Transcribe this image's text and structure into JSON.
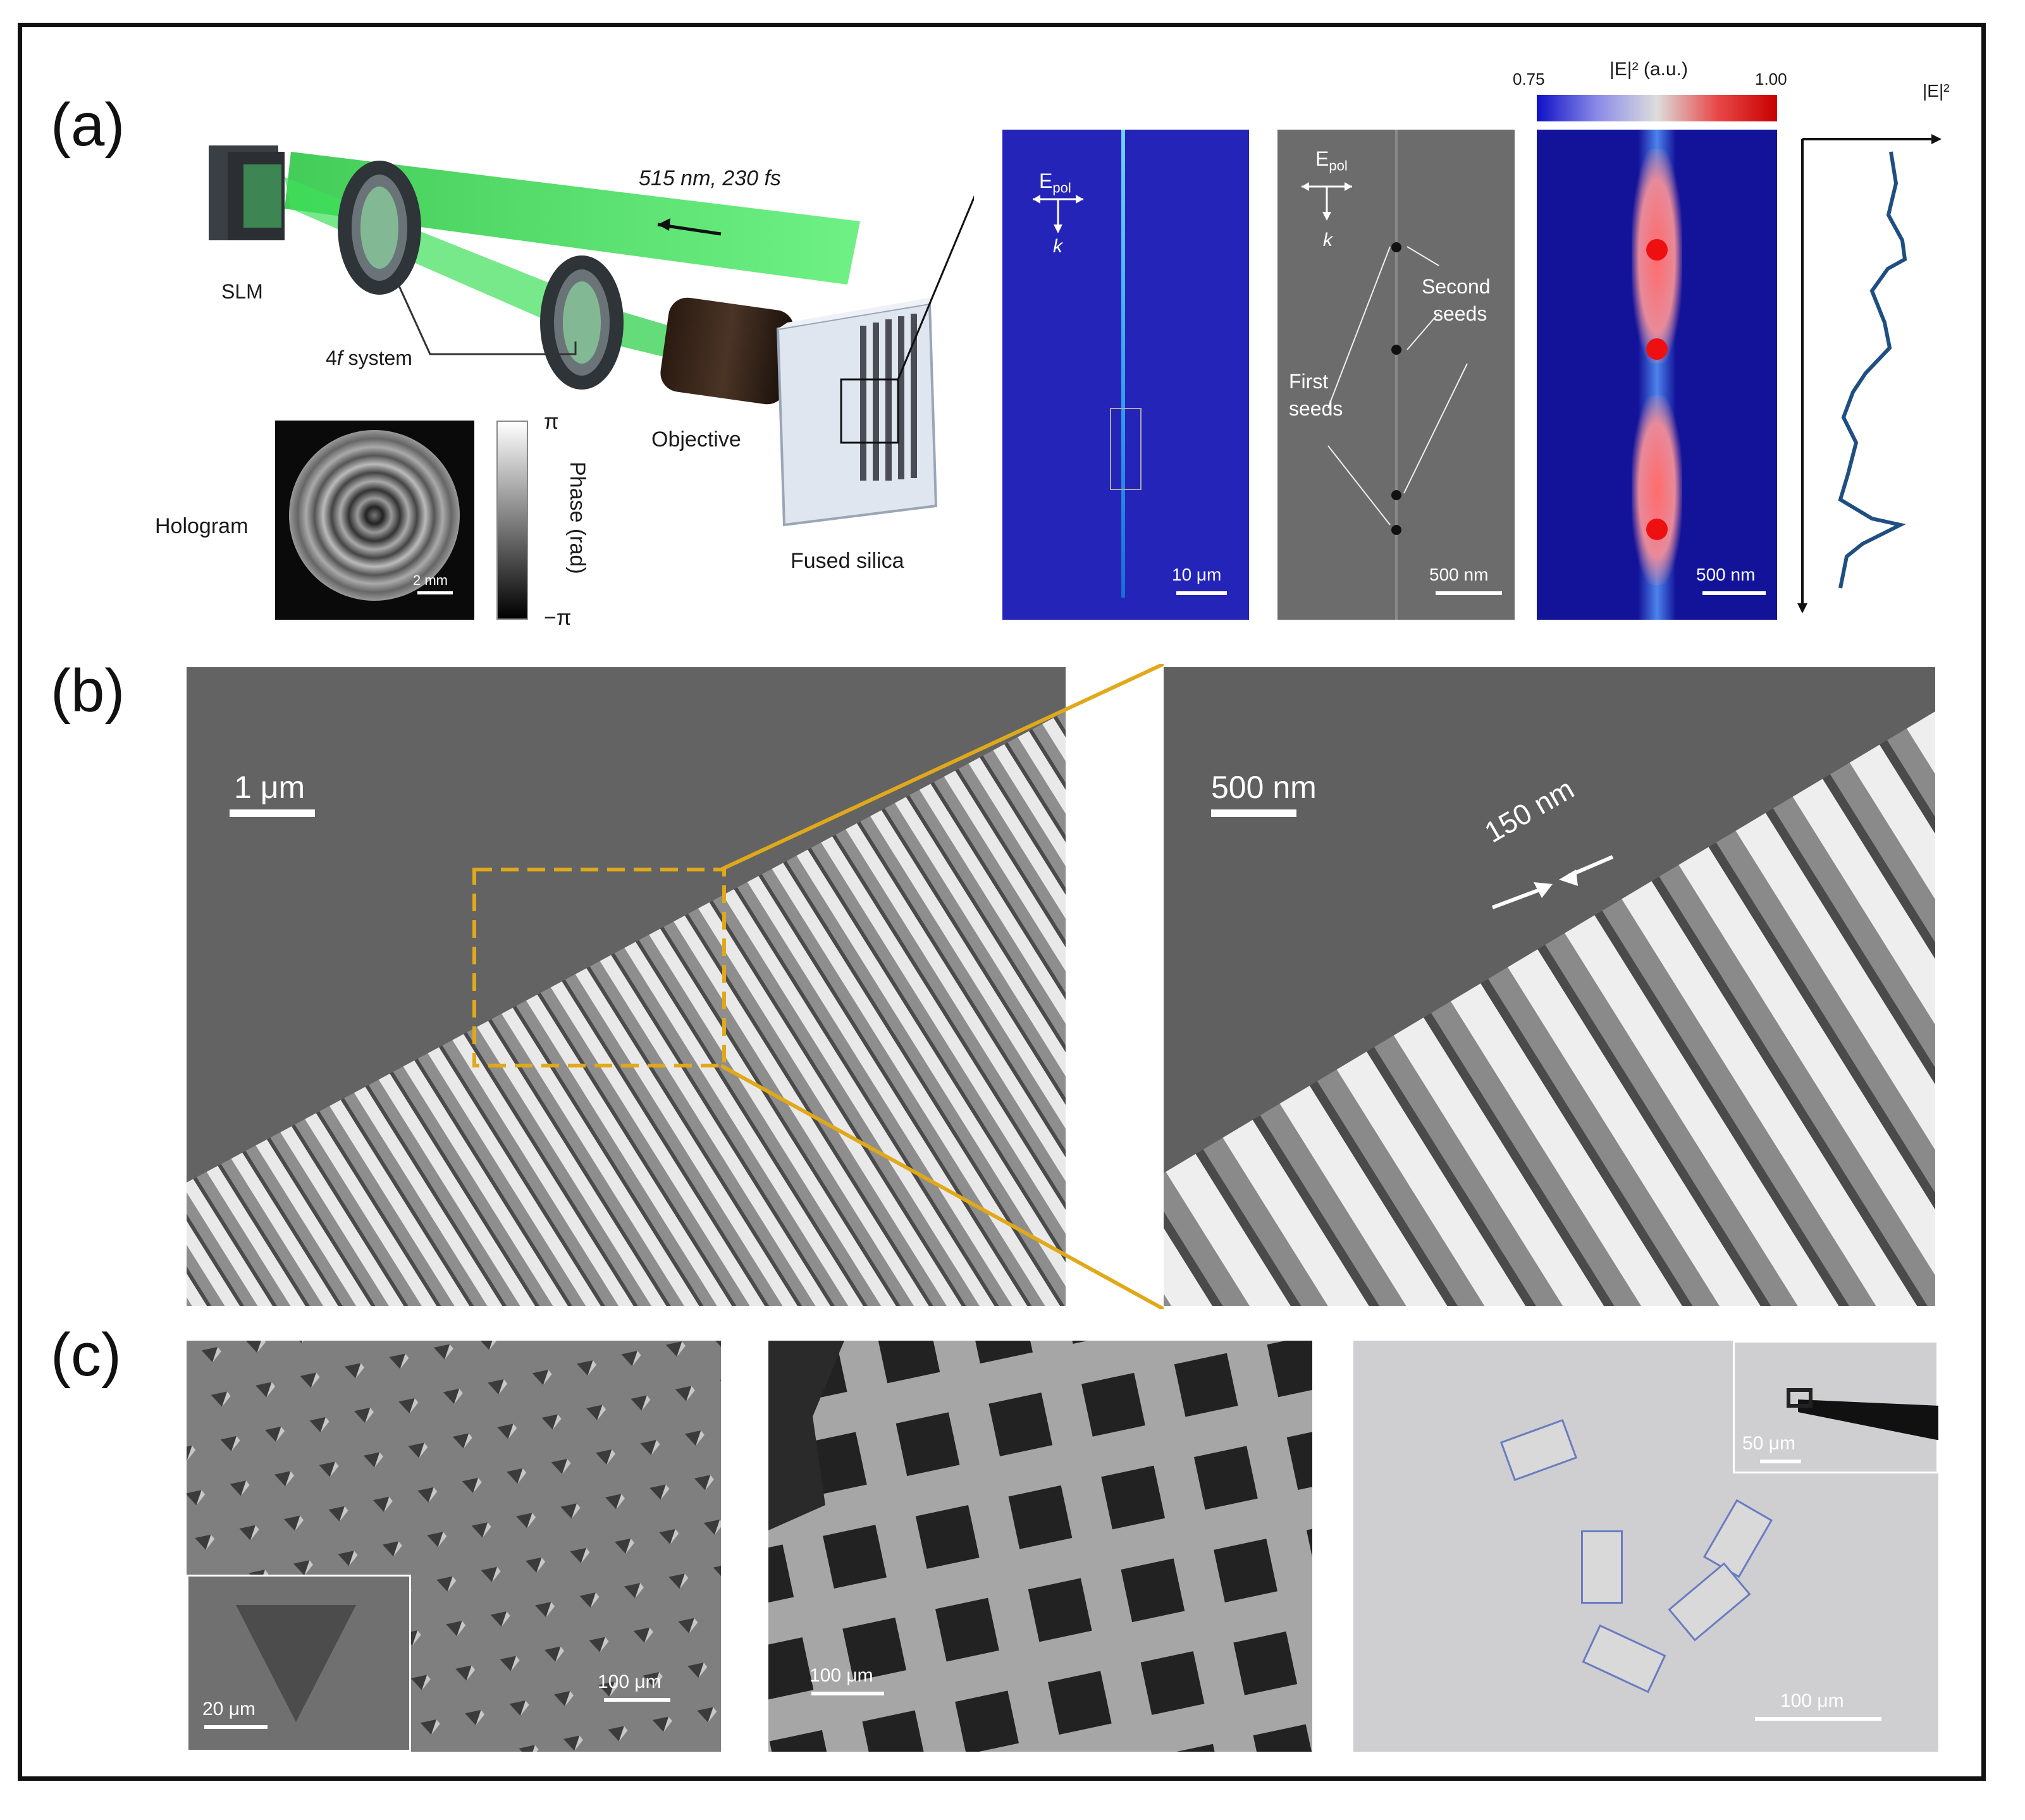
{
  "panels": {
    "a": {
      "label": "(a)",
      "setup": {
        "laser": "515 nm, 230 fs",
        "slm": "SLM",
        "system_prefix": "4",
        "system_italic": "f",
        "system_suffix": " system",
        "objective": "Objective",
        "substrate": "Fused silica",
        "hologram": "Hologram",
        "hologram_scale": "2 mm",
        "phase_label": "Phase (rad)",
        "phase_max": "π",
        "phase_min": "−π"
      },
      "sim_blue": {
        "epol": "E",
        "epol_sub": "pol",
        "k": "k",
        "scale": "10 μm"
      },
      "sem_seeds": {
        "epol": "E",
        "epol_sub": "pol",
        "k": "k",
        "second": "Second",
        "second2": "seeds",
        "first": "First",
        "first2": "seeds",
        "scale": "500 nm"
      },
      "field_map": {
        "colorbar_min": "0.75",
        "colorbar_max": "1.00",
        "colorbar_label": "|E|² (a.u.)",
        "scale": "500 nm"
      },
      "profile": {
        "axis_label": "|E|²"
      }
    },
    "b": {
      "label": "(b)",
      "left_scale": "1 μm",
      "right_scale": "500 nm",
      "period": "150 nm"
    },
    "c": {
      "label": "(c)",
      "pyramids": {
        "scale": "100 μm",
        "inset_scale": "20 μm"
      },
      "squares": {
        "scale": "100 μm"
      },
      "platelets": {
        "scale": "100 μm",
        "inset_scale": "50 μm"
      }
    }
  },
  "colors": {
    "beam": "#3ee05a",
    "sim_blue": "#2424b8",
    "accent": "#e0a91a"
  }
}
